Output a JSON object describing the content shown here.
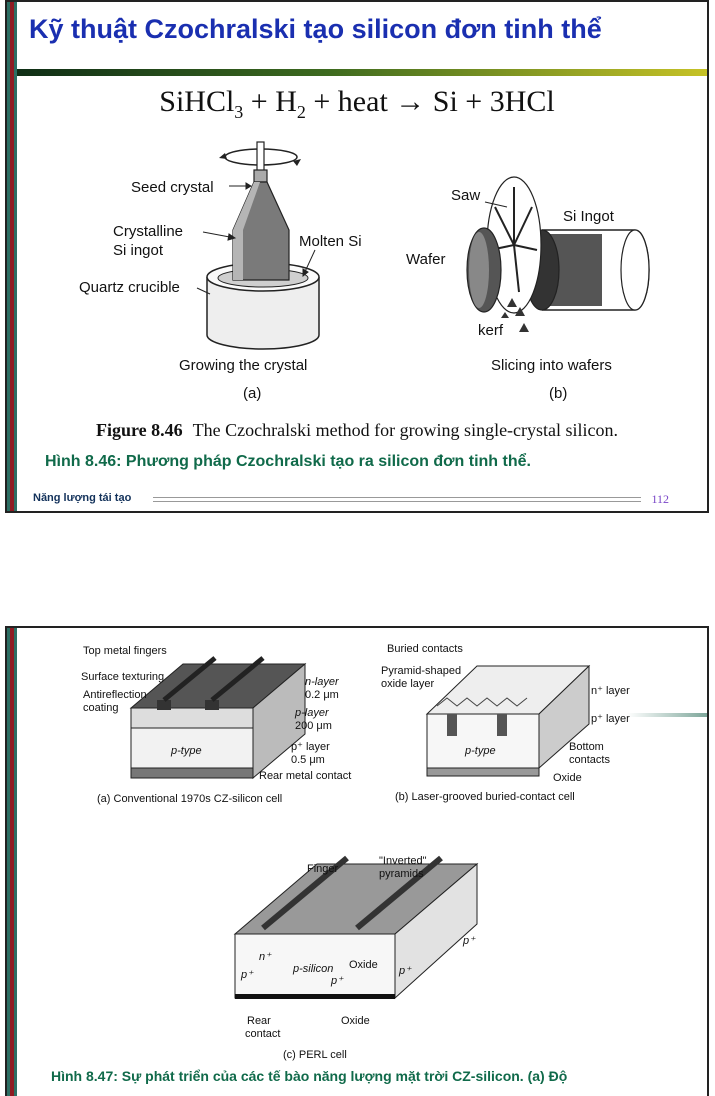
{
  "slide1": {
    "title": "Kỹ thuật Czochralski tạo silicon đơn tinh thể",
    "equation": {
      "part1": "SiHCl",
      "sub1": "3",
      "part2": " + H",
      "sub2": "2",
      "part3": " + heat → Si + 3HCl"
    },
    "figure_a": {
      "seed_crystal": "Seed crystal",
      "crystalline_line1": "Crystalline",
      "crystalline_line2": "Si ingot",
      "molten_si": "Molten Si",
      "quartz_crucible": "Quartz crucible",
      "subtitle": "Growing the crystal",
      "letter": "(a)"
    },
    "figure_b": {
      "saw": "Saw",
      "si_ingot": "Si  Ingot",
      "wafer": "Wafer",
      "kerf": "kerf",
      "subtitle": "Slicing into wafers",
      "letter": "(b)"
    },
    "caption_en_label": "Figure 8.46",
    "caption_en_text": "The Czochralski method for growing single-crystal silicon.",
    "caption_vi": "Hình 8.46: Phương pháp Czochralski tạo ra silicon đơn tinh thể.",
    "footer_left": "Năng lượng tái tạo",
    "page_number": "112"
  },
  "slide2": {
    "fig_a": {
      "top_metal_fingers": "Top metal fingers",
      "surface_texturing": "Surface texturing",
      "antireflection": "Antireflection",
      "coating": "coating",
      "n_layer": "n-layer",
      "n_layer_thick": "0.2 μm",
      "p_layer": "p-layer",
      "p_layer_thick": "200 μm",
      "p_plus_layer": "p⁺ layer",
      "p_plus_thick": "0.5 μm",
      "p_type": "p-type",
      "rear_metal_contact": "Rear metal contact",
      "caption": "(a)   Conventional 1970s CZ-silicon cell"
    },
    "fig_b": {
      "buried_contacts": "Buried contacts",
      "pyramid_oxide1": "Pyramid-shaped",
      "pyramid_oxide2": "oxide layer",
      "n_plus_layer": "n⁺ layer",
      "p_plus_layer": "p⁺ layer",
      "p_type": "p-type",
      "bottom_contacts1": "Bottom",
      "bottom_contacts2": "contacts",
      "oxide": "Oxide",
      "caption": "(b)   Laser-grooved buried-contact cell"
    },
    "fig_c": {
      "finger": "Finger",
      "inverted1": "\"Inverted\"",
      "inverted2": "pyramids",
      "n_plus": "n⁺",
      "p_plus_a": "p⁺",
      "p_silicon": "p-silicon",
      "oxide_top": "Oxide",
      "p_plus_b": "p⁺",
      "p_plus_c": "p⁺",
      "p_plus_d": "p⁺",
      "rear1": "Rear",
      "rear2": "contact",
      "oxide_bottom": "Oxide",
      "caption": "(c) PERL cell"
    },
    "caption_vi": "Hình 8.47: Sự phát triển của các tế bào năng lượng mặt trời CZ-silicon. (a) Độ"
  }
}
